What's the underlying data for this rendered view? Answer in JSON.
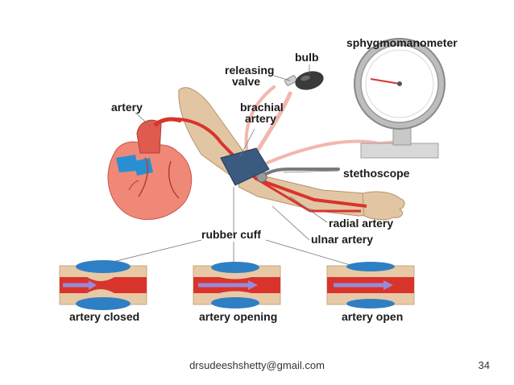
{
  "labels": {
    "sphygmomanometer": "sphygmomanometer",
    "bulb": "bulb",
    "releasing_valve_line1": "releasing",
    "releasing_valve_line2": "valve",
    "brachial_artery_line1": "brachial",
    "brachial_artery_line2": "artery",
    "artery": "artery",
    "stethoscope": "stethoscope",
    "radial_artery": "radial artery",
    "ulnar_artery": "ulnar artery",
    "rubber_cuff": "rubber cuff",
    "artery_closed": "artery closed",
    "artery_opening": "artery opening",
    "artery_open": "artery open"
  },
  "footer": {
    "email": "drsudeeshshetty@gmail.com",
    "page_number": "34"
  },
  "colors": {
    "heart": "#f08878",
    "heart_vessel": "#2a8fd1",
    "artery_red": "#d8342c",
    "cuff": "#3a5a80",
    "tube": "#f2b7ad",
    "gauge_frame": "#cfcfcf",
    "tissue": "#e8c9a6",
    "cuff_blob": "#2f7fc4",
    "arrow": "#9a8ad8"
  },
  "icons": {
    "gauge": "pressure-gauge-icon",
    "bulb": "inflation-bulb-icon",
    "heart": "heart-icon",
    "arm": "arm-icon",
    "stethoscope": "stethoscope-icon"
  }
}
